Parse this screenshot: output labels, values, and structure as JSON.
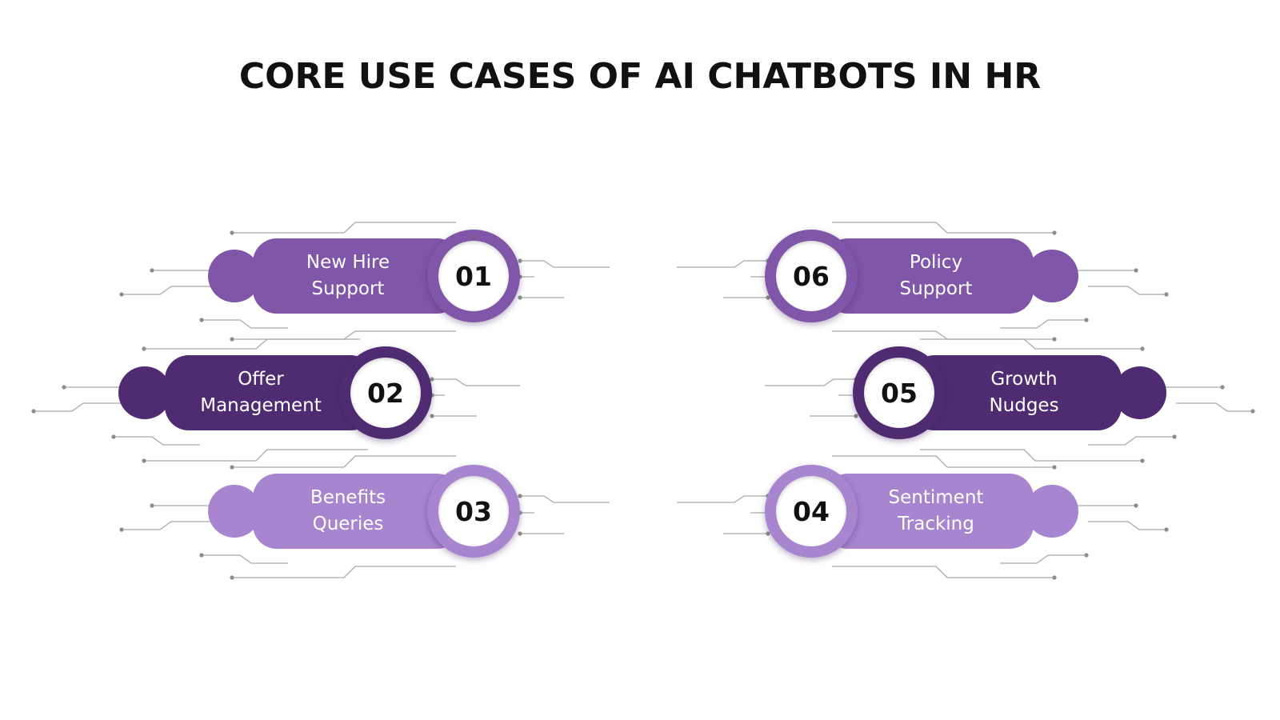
{
  "title": "CORE USE CASES OF AI CHATBOTS IN HR",
  "colors": {
    "medium_purple": "#7f56a8",
    "dark_purple": "#4f2b71",
    "light_purple": "#a785cf",
    "connector_gray": "#a9a9a9"
  },
  "items": [
    {
      "number": "01",
      "label_line1": "New Hire",
      "label_line2": "Support",
      "shade": "medium"
    },
    {
      "number": "02",
      "label_line1": "Offer",
      "label_line2": "Management",
      "shade": "dark"
    },
    {
      "number": "03",
      "label_line1": "Benefits",
      "label_line2": "Queries",
      "shade": "light"
    },
    {
      "number": "04",
      "label_line1": "Sentiment",
      "label_line2": "Tracking",
      "shade": "light"
    },
    {
      "number": "05",
      "label_line1": "Growth",
      "label_line2": "Nudges",
      "shade": "dark"
    },
    {
      "number": "06",
      "label_line1": "Policy",
      "label_line2": "Support",
      "shade": "medium"
    }
  ]
}
